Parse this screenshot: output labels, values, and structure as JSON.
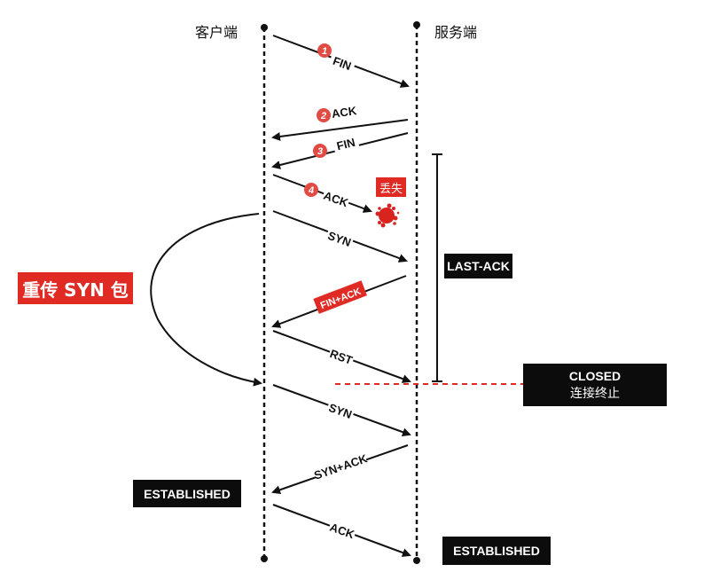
{
  "lanes": {
    "client": "客户端",
    "server": "服务端"
  },
  "messages": [
    {
      "id": "m1",
      "step": "1",
      "label": "FIN"
    },
    {
      "id": "m2",
      "step": "2",
      "label": "ACK"
    },
    {
      "id": "m3",
      "step": "3",
      "label": "FIN"
    },
    {
      "id": "m4",
      "step": "4",
      "label": "ACK"
    },
    {
      "id": "m5",
      "label": "SYN"
    },
    {
      "id": "m6",
      "label": "FIN+ACK"
    },
    {
      "id": "m7",
      "label": "RST"
    },
    {
      "id": "m8",
      "label": "SYN"
    },
    {
      "id": "m9",
      "label": "SYN+ACK"
    },
    {
      "id": "m10",
      "label": "ACK"
    }
  ],
  "lost_label": "丢失",
  "resend_label": "重传 SYN 包",
  "last_ack_label": "LAST-ACK",
  "closed": {
    "title": "CLOSED",
    "subtitle": "连接终止"
  },
  "established_client": "ESTABLISHED",
  "established_server": "ESTABLISHED",
  "colors": {
    "accent": "#e02a24",
    "box": "#0c0c0c",
    "line": "#111111"
  }
}
